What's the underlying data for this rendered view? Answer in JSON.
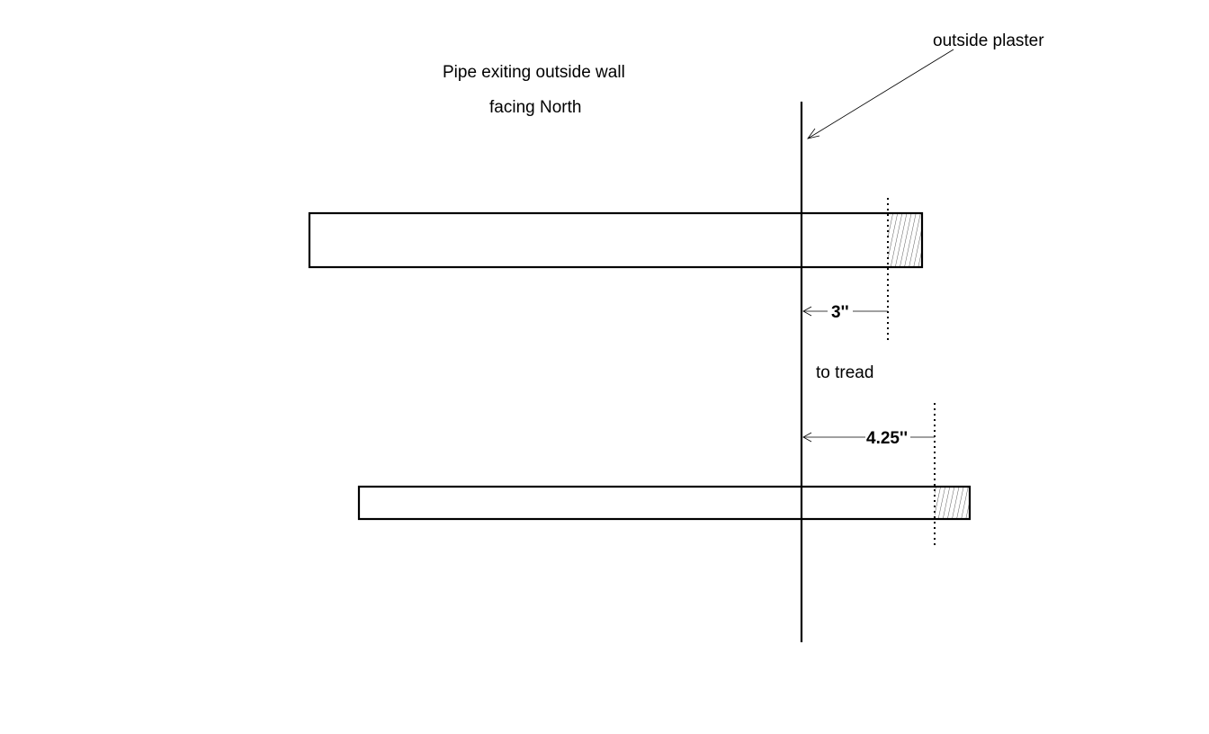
{
  "title_line1": "Pipe exiting outside wall",
  "title_line2": "facing North",
  "wall_label": "outside plaster",
  "middle_label": "to tread",
  "dimensions": {
    "top": "3''",
    "bottom": "4.25''"
  },
  "colors": {
    "ink": "#000000",
    "background": "#ffffff"
  }
}
